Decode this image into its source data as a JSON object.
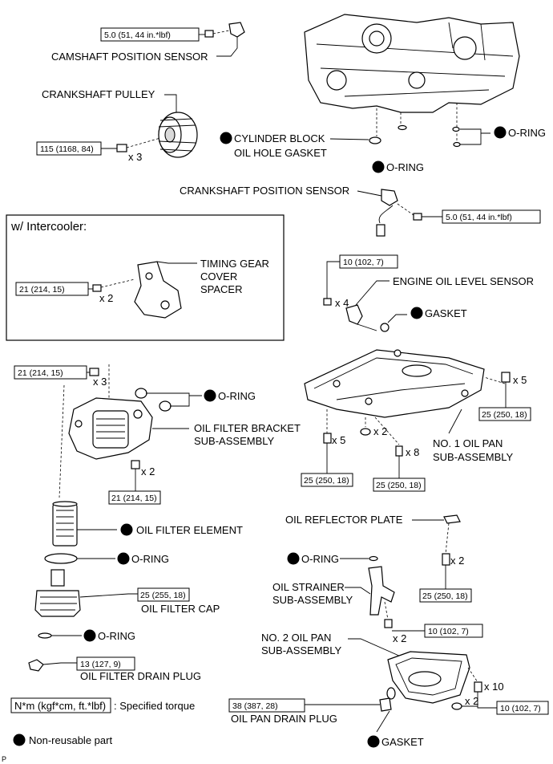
{
  "labels": {
    "camshaft_sensor": "CAMSHAFT POSITION SENSOR",
    "crankshaft_pulley": "CRANKSHAFT PULLEY",
    "cyl_gasket_1": "CYLINDER BLOCK",
    "cyl_gasket_2": "OIL HOLE GASKET",
    "o_ring": "O-RING",
    "crank_sensor": "CRANKSHAFT POSITION SENSOR",
    "intercooler": "w/ Intercooler:",
    "tgcs_1": "TIMING GEAR",
    "tgcs_2": "COVER",
    "tgcs_3": "SPACER",
    "oil_level_sensor": "ENGINE OIL LEVEL SENSOR",
    "gasket": "GASKET",
    "bracket_1": "OIL FILTER BRACKET",
    "bracket_2": "SUB-ASSEMBLY",
    "pan1_1": "NO. 1 OIL PAN",
    "pan1_2": "SUB-ASSEMBLY",
    "filter_element": "OIL FILTER ELEMENT",
    "reflector": "OIL REFLECTOR PLATE",
    "strainer_1": "OIL STRAINER",
    "strainer_2": "SUB-ASSEMBLY",
    "filter_cap": "OIL FILTER CAP",
    "pan2_1": "NO. 2 OIL PAN",
    "pan2_2": "SUB-ASSEMBLY",
    "filter_drain": "OIL FILTER DRAIN PLUG",
    "pan_drain": "OIL PAN DRAIN PLUG",
    "legend_unit": "N*m (kgf*cm, ft.*lbf)",
    "legend_torque": ": Specified torque",
    "legend_nonreusable": "Non-reusable part",
    "corner": "P"
  },
  "torques": {
    "camshaft": "5.0 (51, 44 in.*lbf)",
    "pulley": "115 (1168, 84)",
    "crank_sensor": "5.0 (51, 44 in.*lbf)",
    "spacer": "21 (214, 15)",
    "level_sensor": "10 (102, 7)",
    "bracket_top": "21 (214, 15)",
    "bracket_bottom": "21 (214, 15)",
    "pan1_right": "25 (250, 18)",
    "pan1_left": "25 (250, 18)",
    "pan1_mid": "25 (250, 18)",
    "reflector": "25 (250, 18)",
    "filter_cap": "25 (255, 18)",
    "strainer": "10 (102, 7)",
    "filter_drain": "13 (127, 9)",
    "pan_drain": "38 (387, 28)",
    "pan2": "10 (102, 7)"
  },
  "quantities": {
    "pulley": "x 3",
    "spacer": "x 2",
    "level_sensor": "x 4",
    "bracket_top": "x 3",
    "bracket_bottom": "x 2",
    "pan1_right": "x 5",
    "pan1_left": "x 5",
    "pan1_mid_a": "x 2",
    "pan1_mid_b": "x 8",
    "reflector": "x 2",
    "strainer": "x 2",
    "pan2_a": "x 10",
    "pan2_b": "x 2"
  }
}
